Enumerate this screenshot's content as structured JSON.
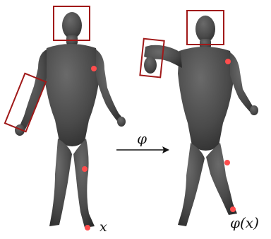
{
  "figure": {
    "source_label": "x",
    "mapping_label": "φ",
    "target_label": "φ(x)"
  },
  "colors": {
    "body": "#4a4a4a",
    "body_shadow": "#2e2e2e",
    "box": "#a01818",
    "keypoint": "#ff4d4d",
    "arrow": "#111111"
  },
  "icons": {
    "arrow": "right-arrow"
  }
}
